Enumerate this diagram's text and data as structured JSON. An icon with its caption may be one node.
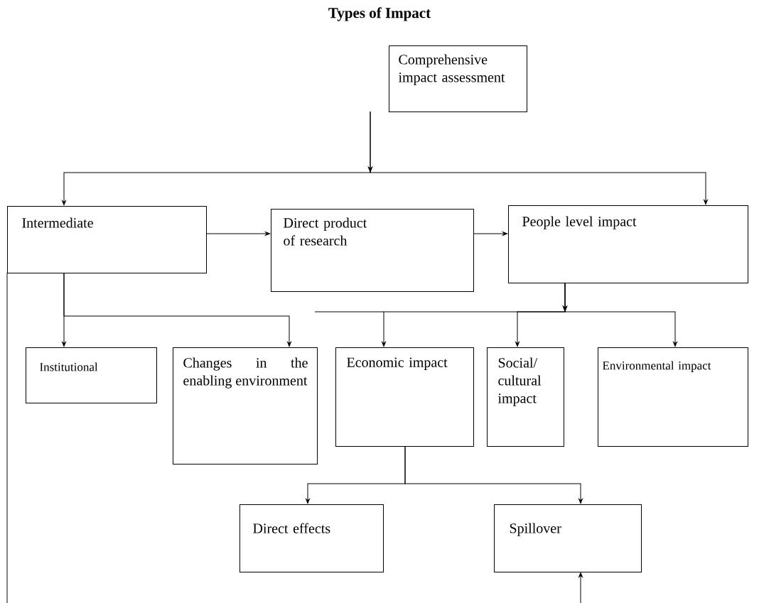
{
  "diagram": {
    "title": "Types of Impact",
    "nodes": [
      {
        "text": [
          "Comprehensive impact assessment"
        ]
      },
      {
        "text": [
          "Intermediate"
        ]
      },
      {
        "text": [
          "Direct product of research"
        ]
      },
      {
        "text": [
          "People level impact"
        ]
      },
      {
        "text": [
          "Institutional"
        ]
      },
      {
        "text": [
          "Changes in the enabling environment"
        ]
      },
      {
        "text": [
          "Economic impact"
        ]
      },
      {
        "text": [
          "Social/ cultural impact"
        ]
      },
      {
        "text": [
          "Environmental impact"
        ]
      },
      {
        "text": [
          "Direct effects"
        ]
      },
      {
        "text": [
          "Spillover"
        ]
      }
    ],
    "edges": [
      {
        "from": 0,
        "to": 1,
        "arrow": "to"
      },
      {
        "from": 0,
        "to": 3,
        "arrow": "to"
      },
      {
        "from": 1,
        "to": 2,
        "arrow": "to"
      },
      {
        "from": 2,
        "to": 3,
        "arrow": "to"
      },
      {
        "from": 1,
        "to": 4,
        "arrow": "to"
      },
      {
        "from": 1,
        "to": 5,
        "arrow": "to"
      },
      {
        "from": 3,
        "to": 6,
        "arrow": "to"
      },
      {
        "from": 3,
        "to": 7,
        "arrow": "to"
      },
      {
        "from": 3,
        "to": 8,
        "arrow": "to"
      },
      {
        "from": 6,
        "to": 9,
        "arrow": "to"
      },
      {
        "from": 6,
        "to": 10,
        "arrow": "to"
      },
      {
        "from": 1,
        "to": null,
        "arrow": "none"
      },
      {
        "from": null,
        "to": 10,
        "arrow": "to"
      }
    ]
  }
}
